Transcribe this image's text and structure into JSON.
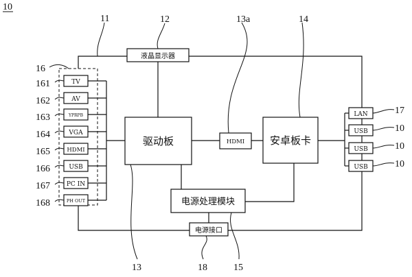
{
  "figure_ref": "10",
  "lcd": {
    "label": "液晶显示器",
    "ref": "12"
  },
  "top_line_ref": "11",
  "driver_board": {
    "label": "驱动板",
    "ref": "13"
  },
  "hdmi_bridge": {
    "label": "HDMI",
    "ref": "13a"
  },
  "android_card": {
    "label": "安卓板卡",
    "ref": "14"
  },
  "power_module": {
    "label": "电源处理模块",
    "ref": "15"
  },
  "power_port": {
    "label": "电源接口",
    "ref": "18"
  },
  "input_group_ref": "16",
  "inputs": [
    {
      "label": "TV",
      "ref": "161"
    },
    {
      "label": "AV",
      "ref": "162"
    },
    {
      "label": "YPRPB",
      "ref": "163"
    },
    {
      "label": "VGA",
      "ref": "164"
    },
    {
      "label": "HDMI",
      "ref": "165"
    },
    {
      "label": "USB",
      "ref": "166"
    },
    {
      "label": "PC IN",
      "ref": "167"
    },
    {
      "label": "PH OUT",
      "ref": "168"
    }
  ],
  "right_ports": [
    {
      "label": "LAN",
      "ref": "17"
    },
    {
      "label": "USB",
      "ref": "10"
    },
    {
      "label": "USB",
      "ref": "10"
    },
    {
      "label": "USB",
      "ref": "10"
    }
  ]
}
